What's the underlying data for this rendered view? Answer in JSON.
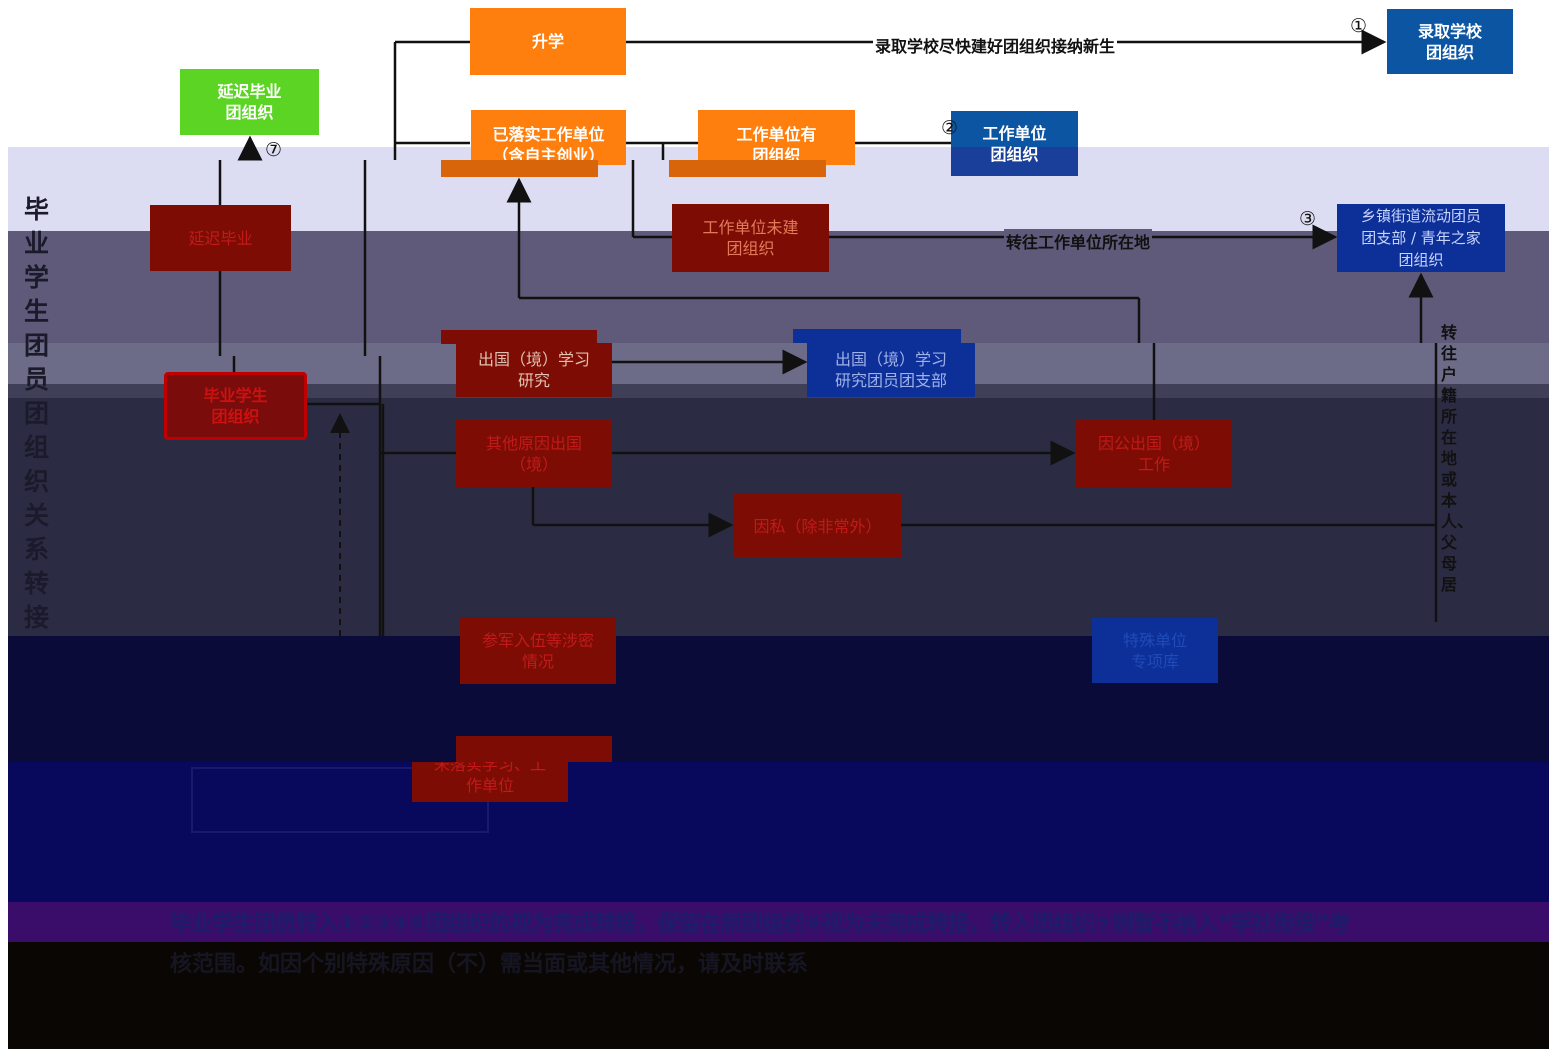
{
  "title_vertical": "毕业学生团员团组织关系转接",
  "boxes": {
    "shengxue": "升学",
    "luqu": "录取学校\n团组织",
    "yanchi_top": "延迟毕业\n团组织",
    "yiluoshi": "已落实工作单位\n（含自主创业）",
    "danwei_you": "工作单位有\n团组织",
    "danwei_tuan": "工作单位\n团组织",
    "yanchi": "延迟毕业",
    "danwei_wei": "工作单位未建\n团组织",
    "xiangzhen": "乡镇街道流动团员\n团支部 / 青年之家\n团组织",
    "biye": "毕业学生\n团组织",
    "chuguo_xx": "出国（境）学习\n研究",
    "chuguo_zhibu": "出国（境）学习\n研究团员团支部",
    "qita": "其他原因出国\n（境）",
    "yingong": "因公出国（境）\n工作",
    "guoji": "因私（除非常外）",
    "canjun": "参军入伍等涉密\n情况",
    "teshu": "特殊单位\n专项库",
    "weiluoshi": "未落实学习、工\n作单位"
  },
  "labels": {
    "luqu_edge": "录取学校尽快建好团组织接纳新生",
    "zhuanwang": "转往工作单位所在地",
    "huji": "转往户籍所在地或本人、父母居",
    "n1": "①",
    "n2": "②",
    "n3": "③",
    "n7": "⑦"
  },
  "footer": {
    "line1": "毕业学生团员转入①②③④⑤团组织的视为完成转接，保留在原团组织⑥视为未完成转接，转入团组织⑦则暂不纳入“学社衔接”考",
    "line2": "核范围。如因个别特殊原因（不）需当面或其他情况，请及时联系"
  },
  "colors": {
    "orange": "#ff7f0e",
    "blue": "#0c55a3",
    "green": "#5bd424",
    "darkred": "#7d0d04"
  }
}
